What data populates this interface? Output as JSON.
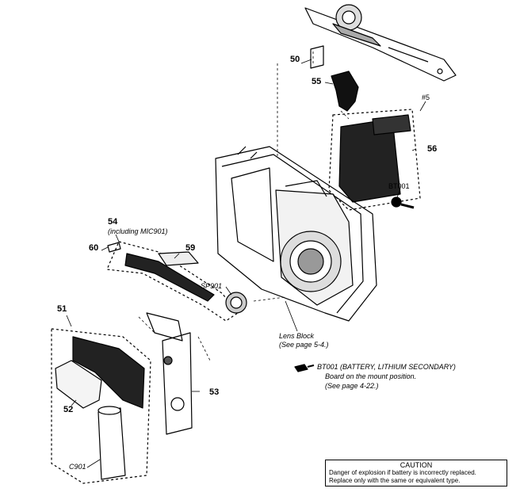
{
  "labels": {
    "p50": "50",
    "p55": "55",
    "p5": "#5",
    "p56": "56",
    "bt001": "BT001",
    "p54": "54",
    "p54_sub": "(including MIC901)",
    "p60": "60",
    "p59": "59",
    "sp901": "SP901",
    "p51": "51",
    "p52": "52",
    "p53": "53",
    "c901": "C901",
    "lens_block": "Lens Block",
    "lens_block_ref": "(See page 5-4.)"
  },
  "battery_note": {
    "line1": "BT001 (BATTERY, LITHIUM SECONDARY)",
    "line2": "Board on the mount position.",
    "line3": "(See page 4-22.)"
  },
  "caution": {
    "title": "CAUTION",
    "line1": "Danger of explosion if battery is incorrectly replaced.",
    "line2": "Replace only with the same or equivalent type."
  }
}
